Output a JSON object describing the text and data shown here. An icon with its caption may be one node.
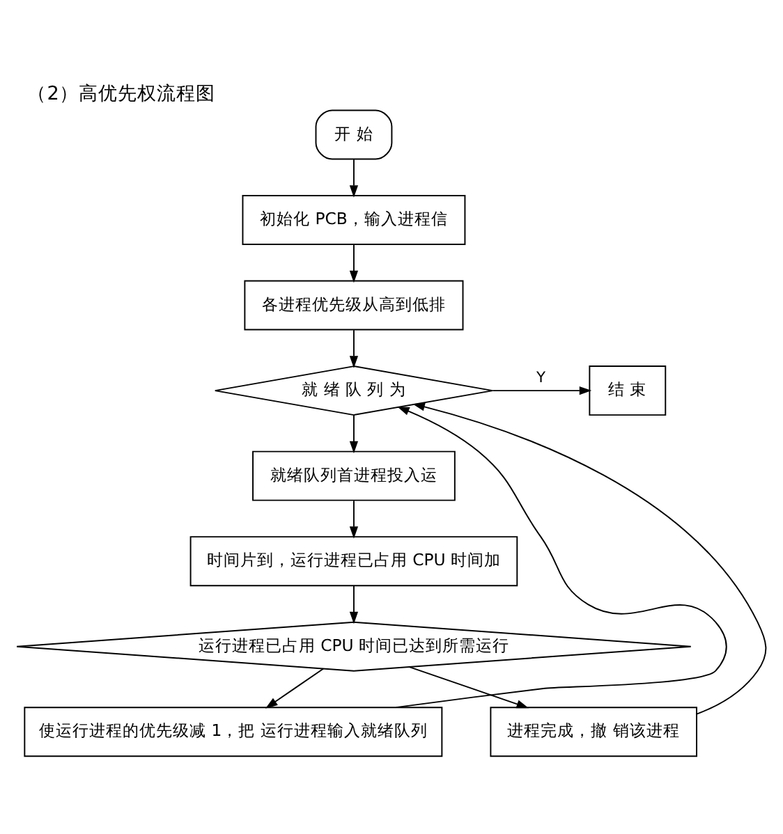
{
  "diagram": {
    "title": "（2）高优先权流程图",
    "nodes": [
      {
        "text": [
          "开 始"
        ]
      },
      {
        "text": [
          "初始化 PCB，输入进程信"
        ]
      },
      {
        "text": [
          "各进程优先级从高到低排"
        ]
      },
      {
        "text": [
          "就 绪 队 列 为"
        ]
      },
      {
        "text": [
          "结 束"
        ]
      },
      {
        "text": [
          "就绪队列首进程投入运"
        ]
      },
      {
        "text": [
          "时间片到，运行进程已占用 CPU 时间加"
        ]
      },
      {
        "text": [
          "运行进程已占用 CPU 时间已达到所需运行"
        ]
      },
      {
        "text": [
          "使运行进程的优先级减 1，把 运行进程输入就绪队列"
        ]
      },
      {
        "text": [
          "进程完成，撤 销该进程"
        ]
      }
    ],
    "edges": [
      {
        "from": 0,
        "to": 1,
        "arrow": "to"
      },
      {
        "from": 1,
        "to": 2,
        "arrow": "to"
      },
      {
        "from": 2,
        "to": 3,
        "arrow": "to"
      },
      {
        "from": 3,
        "to": 4,
        "arrow": "to",
        "label": "Y"
      },
      {
        "from": 3,
        "to": 5,
        "arrow": "to"
      },
      {
        "from": 5,
        "to": 6,
        "arrow": "to"
      },
      {
        "from": 6,
        "to": 7,
        "arrow": "to"
      },
      {
        "from": 7,
        "to": 8,
        "arrow": "to"
      },
      {
        "from": 7,
        "to": 9,
        "arrow": "to"
      },
      {
        "from": 8,
        "to": 3,
        "arrow": "to"
      },
      {
        "from": 9,
        "to": 3,
        "arrow": "to"
      }
    ]
  }
}
